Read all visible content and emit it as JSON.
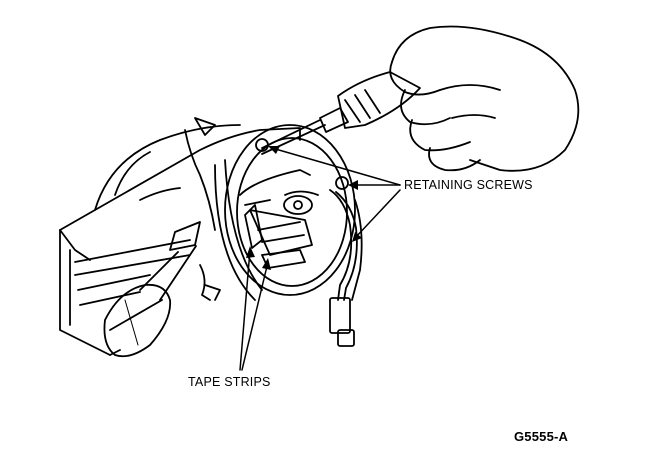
{
  "labels": {
    "retaining_screws": "RETAINING SCREWS",
    "tape_strips": "TAPE STRIPS",
    "figure_id": "G5555-A"
  },
  "colors": {
    "ink": "#000000",
    "paper": "#ffffff",
    "shade": "#1a1a1a"
  }
}
